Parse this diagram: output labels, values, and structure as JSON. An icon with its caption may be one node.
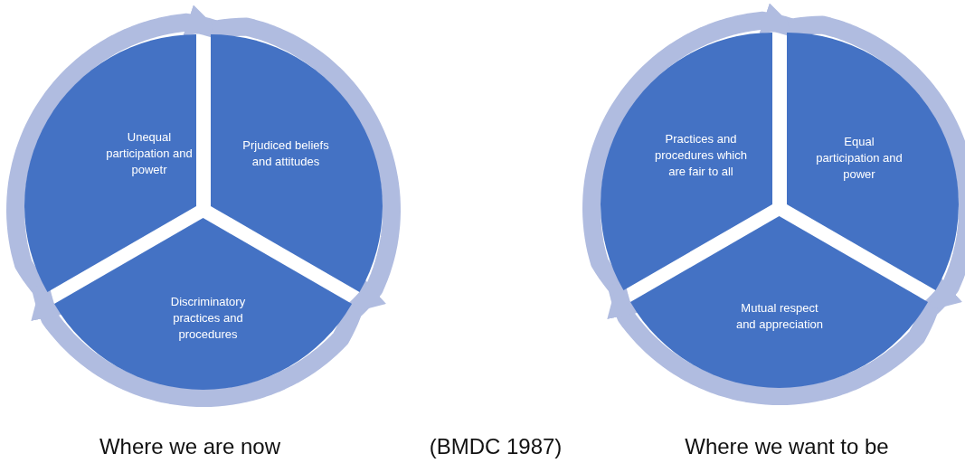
{
  "diagram": {
    "nodes": [
      {
        "text": [
          "Unequal participation and powetr"
        ]
      },
      {
        "text": [
          "Prjudiced beliefs and attitudes"
        ]
      },
      {
        "text": [
          "Discriminatory practices and procedures"
        ]
      },
      {
        "text": [
          "Practices and procedures which are fair to all"
        ]
      },
      {
        "text": [
          "Equal participation and power"
        ]
      },
      {
        "text": [
          "Mutual respect and appreciation"
        ]
      }
    ],
    "edges": [
      {
        "from": 0,
        "to": 1,
        "arrow": "to"
      },
      {
        "from": 1,
        "to": 2,
        "arrow": "to"
      },
      {
        "from": 2,
        "to": 0,
        "arrow": "to"
      },
      {
        "from": 3,
        "to": 4,
        "arrow": "to"
      },
      {
        "from": 4,
        "to": 5,
        "arrow": "to"
      },
      {
        "from": 5,
        "to": 3,
        "arrow": "to"
      }
    ],
    "labels": [
      "Where we are now",
      "(BMDC 1987)",
      "Where we want to be"
    ]
  }
}
